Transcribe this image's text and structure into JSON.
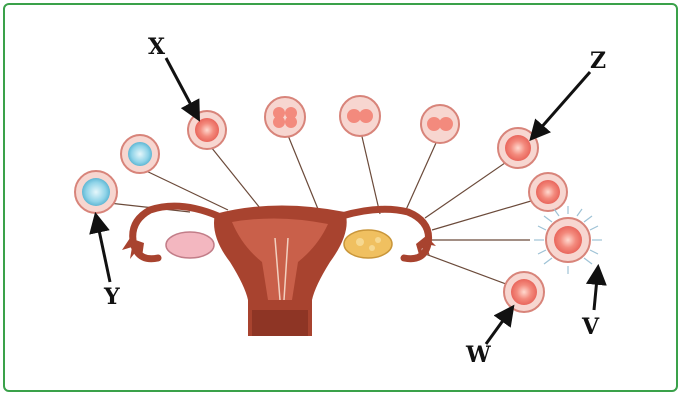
{
  "labels": {
    "x": "X",
    "y": "Y",
    "z": "Z",
    "v": "V",
    "w": "W"
  },
  "colors": {
    "frame": "#3aa14a",
    "uterus": "#a8432f",
    "uterus_inner": "#c9604a",
    "ovary_left": "#f3b7c0",
    "ovary_right": "#f0c060",
    "cell_fill": "#f38a7d",
    "cell_ring": "#f7d6d0",
    "zygote_blue": "#8fd3e8",
    "line": "#6b4a3a",
    "arrow": "#111111"
  }
}
